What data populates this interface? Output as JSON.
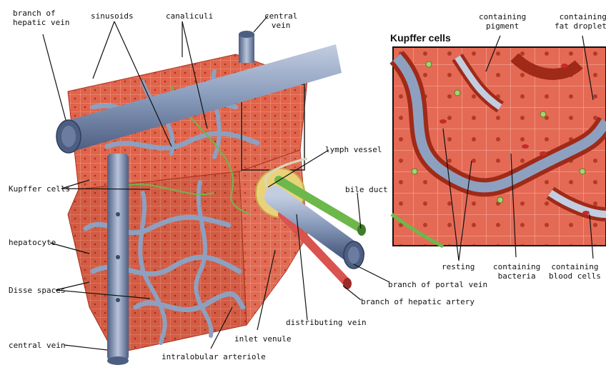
{
  "inset_title": "Kupffer cells",
  "labels": {
    "branch_hepatic_vein": "branch of\nhepatic vein",
    "sinusoids": "sinusoids",
    "canaliculi": "canaliculi",
    "central_vein_top": "central\nvein",
    "lymph_vessel": "lymph vessel",
    "bile_duct": "bile duct",
    "kupffer_cells": "Kupffer cells",
    "hepatocyte": "hepatocyte",
    "disse_spaces": "Disse spaces",
    "central_vein_bottom": "central vein",
    "intralobular_arteriole": "intralobular arteriole",
    "inlet_venule": "inlet venule",
    "distributing_vein": "distributing vein",
    "branch_portal_vein": "branch of portal vein",
    "branch_hepatic_artery": "branch of hepatic artery",
    "containing_pigment": "containing\npigment",
    "containing_fat": "containing\nfat droplets",
    "resting": "resting",
    "containing_bacteria": "containing\nbacteria",
    "containing_blood": "containing\nblood cells"
  },
  "colors": {
    "tissue": "#e0634a",
    "tissue_dark": "#b93a28",
    "vessel": "#8ea0bf",
    "vessel_dark": "#55668a",
    "bile": "#6cb84a",
    "artery": "#d9534f",
    "inset_bg": "#e46a55"
  }
}
